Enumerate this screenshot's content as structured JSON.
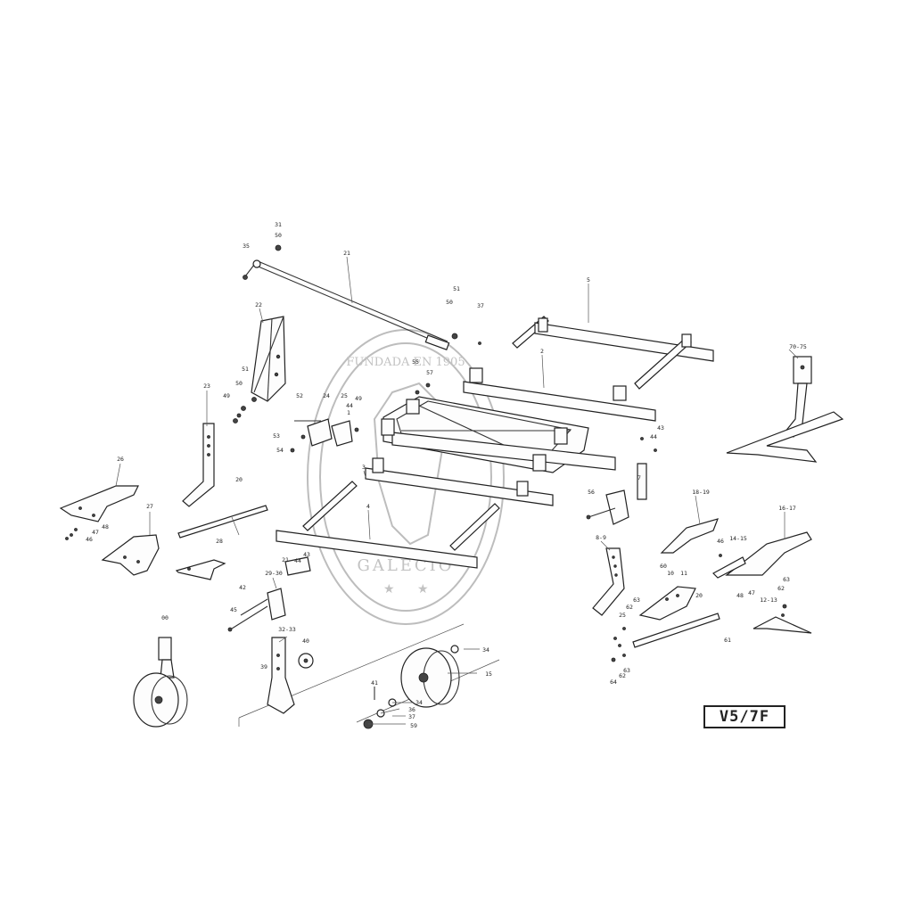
{
  "diagram_code": "V5/7F",
  "watermark": {
    "top_text": "FUNDADA EN 1905",
    "bottom_text": "GALECIO"
  },
  "callouts": [
    {
      "id": "c01",
      "text": "31"
    },
    {
      "id": "c02",
      "text": "50"
    },
    {
      "id": "c03",
      "text": "35"
    },
    {
      "id": "c04",
      "text": "21"
    },
    {
      "id": "c05",
      "text": "5"
    },
    {
      "id": "c06",
      "text": "51"
    },
    {
      "id": "c07",
      "text": "50"
    },
    {
      "id": "c08",
      "text": "37"
    },
    {
      "id": "c09",
      "text": "22"
    },
    {
      "id": "c10",
      "text": "2"
    },
    {
      "id": "c11",
      "text": "55"
    },
    {
      "id": "c12",
      "text": "57"
    },
    {
      "id": "c13",
      "text": "70-75"
    },
    {
      "id": "c14",
      "text": "51"
    },
    {
      "id": "c15",
      "text": "50"
    },
    {
      "id": "c16",
      "text": "23"
    },
    {
      "id": "c17",
      "text": "49"
    },
    {
      "id": "c18",
      "text": "52"
    },
    {
      "id": "c19",
      "text": "24"
    },
    {
      "id": "c20",
      "text": "25"
    },
    {
      "id": "c21",
      "text": "49"
    },
    {
      "id": "c22",
      "text": "44"
    },
    {
      "id": "c23",
      "text": "1"
    },
    {
      "id": "c24",
      "text": "53"
    },
    {
      "id": "c25",
      "text": "54"
    },
    {
      "id": "c26",
      "text": "3"
    },
    {
      "id": "c27",
      "text": "43"
    },
    {
      "id": "c28",
      "text": "44"
    },
    {
      "id": "c29",
      "text": "26"
    },
    {
      "id": "c30",
      "text": "20"
    },
    {
      "id": "c31",
      "text": "27"
    },
    {
      "id": "c32",
      "text": "48"
    },
    {
      "id": "c33",
      "text": "47"
    },
    {
      "id": "c34",
      "text": "46"
    },
    {
      "id": "c35",
      "text": "7"
    },
    {
      "id": "c36",
      "text": "56"
    },
    {
      "id": "c37",
      "text": "18-19"
    },
    {
      "id": "c38",
      "text": "16-17"
    },
    {
      "id": "c39",
      "text": "4"
    },
    {
      "id": "c40",
      "text": "8-9"
    },
    {
      "id": "c41",
      "text": "28"
    },
    {
      "id": "c42",
      "text": "21"
    },
    {
      "id": "c43",
      "text": "43"
    },
    {
      "id": "c44",
      "text": "44"
    },
    {
      "id": "c45",
      "text": "29-30"
    },
    {
      "id": "c46",
      "text": "46"
    },
    {
      "id": "c47",
      "text": "14-15"
    },
    {
      "id": "c48",
      "text": "60"
    },
    {
      "id": "c49",
      "text": "10"
    },
    {
      "id": "c50",
      "text": "11"
    },
    {
      "id": "c51",
      "text": "42"
    },
    {
      "id": "c52",
      "text": "45"
    },
    {
      "id": "c53",
      "text": "63"
    },
    {
      "id": "c54",
      "text": "62"
    },
    {
      "id": "c55",
      "text": "20"
    },
    {
      "id": "c56",
      "text": "47"
    },
    {
      "id": "c57",
      "text": "48"
    },
    {
      "id": "c58",
      "text": "63"
    },
    {
      "id": "c59",
      "text": "62"
    },
    {
      "id": "c60",
      "text": "12-13"
    },
    {
      "id": "c61",
      "text": "00"
    },
    {
      "id": "c62",
      "text": "32-33"
    },
    {
      "id": "c63",
      "text": "40"
    },
    {
      "id": "c64",
      "text": "25"
    },
    {
      "id": "c65",
      "text": "61"
    },
    {
      "id": "c66",
      "text": "34"
    },
    {
      "id": "c67",
      "text": "15"
    },
    {
      "id": "c68",
      "text": "39"
    },
    {
      "id": "c69",
      "text": "41"
    },
    {
      "id": "c70",
      "text": "34"
    },
    {
      "id": "c71",
      "text": "36"
    },
    {
      "id": "c72",
      "text": "37"
    },
    {
      "id": "c73",
      "text": "59"
    },
    {
      "id": "c74",
      "text": "63"
    },
    {
      "id": "c75",
      "text": "62"
    },
    {
      "id": "c76",
      "text": "64"
    }
  ]
}
